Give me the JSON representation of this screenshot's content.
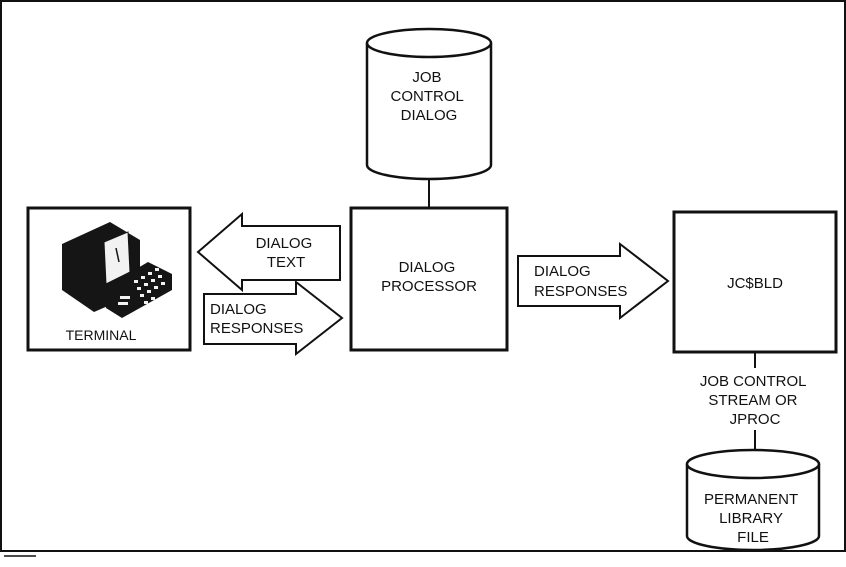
{
  "database_top": {
    "lines": [
      "JOB",
      "CONTROL",
      "DIALOG"
    ]
  },
  "terminal": {
    "label": "TERMINAL"
  },
  "arrow_to_terminal": {
    "lines": [
      "DIALOG",
      "TEXT"
    ]
  },
  "arrow_to_processor": {
    "lines": [
      "DIALOG",
      "RESPONSES"
    ]
  },
  "processor": {
    "lines": [
      "DIALOG",
      "PROCESSOR"
    ]
  },
  "arrow_to_builder": {
    "lines": [
      "DIALOG",
      "RESPONSES"
    ]
  },
  "builder": {
    "label": "JC$BLD"
  },
  "output_label": {
    "lines": [
      "JOB CONTROL",
      "STREAM OR",
      "JPROC"
    ]
  },
  "database_bottom": {
    "lines": [
      "PERMANENT",
      "LIBRARY",
      "FILE"
    ]
  }
}
